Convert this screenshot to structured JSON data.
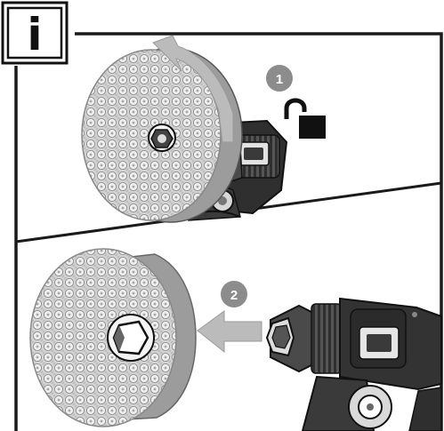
{
  "info_badge": {
    "icon": "info-icon",
    "letter": "i",
    "border_color": "#111111",
    "bg": "#ffffff"
  },
  "panels": [
    {
      "id": "top",
      "step": {
        "number": "1"
      },
      "icons": [
        "rotate-arrow-icon",
        "unlock-icon"
      ]
    },
    {
      "id": "bottom",
      "step": {
        "number": "2"
      },
      "icons": [
        "insert-arrow-icon"
      ]
    }
  ],
  "colors": {
    "frame": "#1a1a1a",
    "step_badge": "#8c8c8c",
    "arrow": "#b5b5b5",
    "brush_bristles": "#c8c8c8",
    "brush_edge": "#9a9a9a",
    "tool_body": "#3a3a3a",
    "tool_highlight": "#d0d0d0"
  }
}
